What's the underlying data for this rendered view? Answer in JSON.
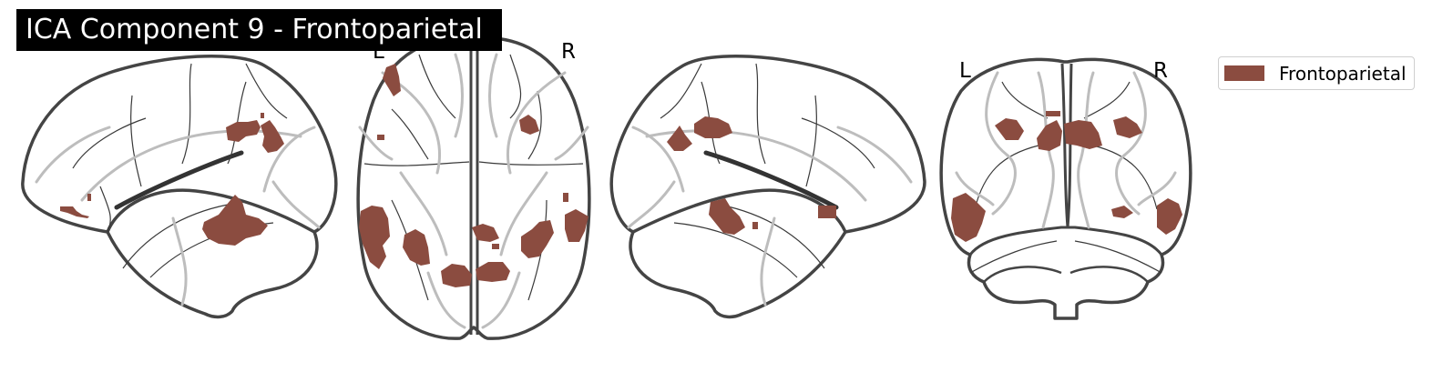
{
  "title": "ICA Component 9 - Frontoparietal",
  "views": [
    {
      "name": "sagittal-left",
      "labels": []
    },
    {
      "name": "axial",
      "labels": [
        "L",
        "R"
      ]
    },
    {
      "name": "sagittal-right",
      "labels": []
    },
    {
      "name": "coronal",
      "labels": [
        "L",
        "R"
      ]
    }
  ],
  "legend": {
    "label": "Frontoparietal"
  },
  "colors": {
    "overlay": "#8b4c40",
    "outline": "#444444",
    "gyri": "#bdbdbd",
    "title_bg": "#000000"
  }
}
